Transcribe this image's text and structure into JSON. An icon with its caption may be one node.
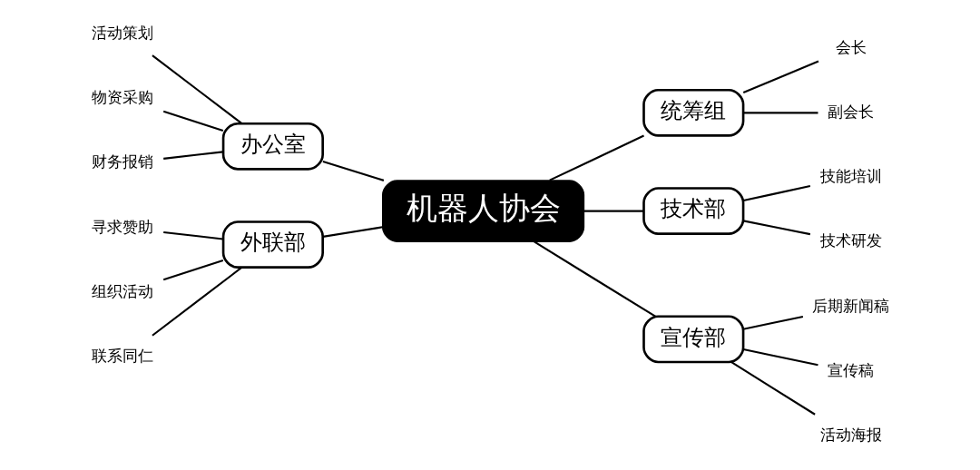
{
  "diagram": {
    "nodes": [
      {
        "text": [
          "机器人协会"
        ]
      },
      {
        "text": [
          "统筹组"
        ]
      },
      {
        "text": [
          "会长"
        ]
      },
      {
        "text": [
          "副会长"
        ]
      },
      {
        "text": [
          "技术部"
        ]
      },
      {
        "text": [
          "技能培训"
        ]
      },
      {
        "text": [
          "技术研发"
        ]
      },
      {
        "text": [
          "宣传部"
        ]
      },
      {
        "text": [
          "后期新闻稿"
        ]
      },
      {
        "text": [
          "宣传稿"
        ]
      },
      {
        "text": [
          "活动海报"
        ]
      },
      {
        "text": [
          "办公室"
        ]
      },
      {
        "text": [
          "活动策划"
        ]
      },
      {
        "text": [
          "物资采购"
        ]
      },
      {
        "text": [
          "财务报销"
        ]
      },
      {
        "text": [
          "外联部"
        ]
      },
      {
        "text": [
          "寻求赞助"
        ]
      },
      {
        "text": [
          "组织活动"
        ]
      },
      {
        "text": [
          "联系同仁"
        ]
      }
    ],
    "edges": [
      {
        "from": 0,
        "to": 1,
        "arrow": "none"
      },
      {
        "from": 1,
        "to": 2,
        "arrow": "none"
      },
      {
        "from": 1,
        "to": 3,
        "arrow": "none"
      },
      {
        "from": 0,
        "to": 4,
        "arrow": "none"
      },
      {
        "from": 4,
        "to": 5,
        "arrow": "none"
      },
      {
        "from": 4,
        "to": 6,
        "arrow": "none"
      },
      {
        "from": 0,
        "to": 7,
        "arrow": "none"
      },
      {
        "from": 7,
        "to": 8,
        "arrow": "none"
      },
      {
        "from": 7,
        "to": 9,
        "arrow": "none"
      },
      {
        "from": 7,
        "to": 10,
        "arrow": "none"
      },
      {
        "from": 11,
        "to": 0,
        "arrow": "none"
      },
      {
        "from": 12,
        "to": 11,
        "arrow": "none"
      },
      {
        "from": 13,
        "to": 11,
        "arrow": "none"
      },
      {
        "from": 14,
        "to": 11,
        "arrow": "none"
      },
      {
        "from": 15,
        "to": 0,
        "arrow": "none"
      },
      {
        "from": 16,
        "to": 15,
        "arrow": "none"
      },
      {
        "from": 17,
        "to": 15,
        "arrow": "none"
      },
      {
        "from": 18,
        "to": 15,
        "arrow": "none"
      }
    ]
  }
}
